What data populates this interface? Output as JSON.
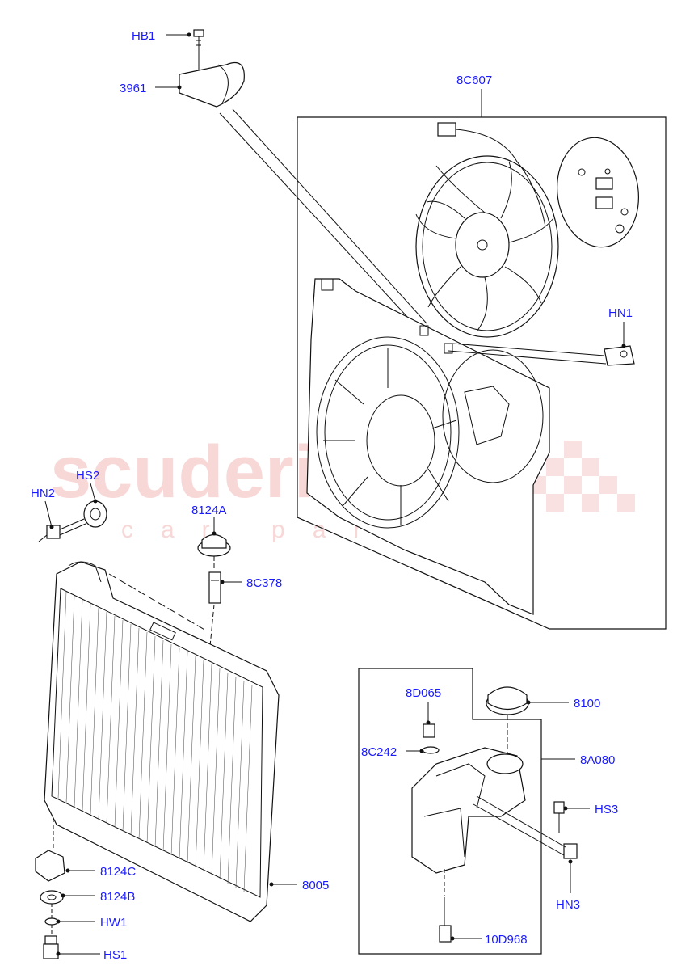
{
  "watermark": {
    "brand": "scuderia",
    "sub": "car parts"
  },
  "labels": {
    "hb1": "HB1",
    "p3961": "3961",
    "p8c607": "8C607",
    "hn1": "HN1",
    "hs2": "HS2",
    "hn2": "HN2",
    "p8124a": "8124A",
    "p8c378": "8C378",
    "p8d065": "8D065",
    "p8100": "8100",
    "p8c242": "8C242",
    "p8a080": "8A080",
    "hs3": "HS3",
    "hn3": "HN3",
    "p8124c": "8124C",
    "p8005": "8005",
    "p8124b": "8124B",
    "hw1": "HW1",
    "hs1": "HS1",
    "p10d968": "10D968"
  },
  "colors": {
    "label": "#1a1aff",
    "line": "#111111",
    "watermark": "#f4b8b8"
  }
}
